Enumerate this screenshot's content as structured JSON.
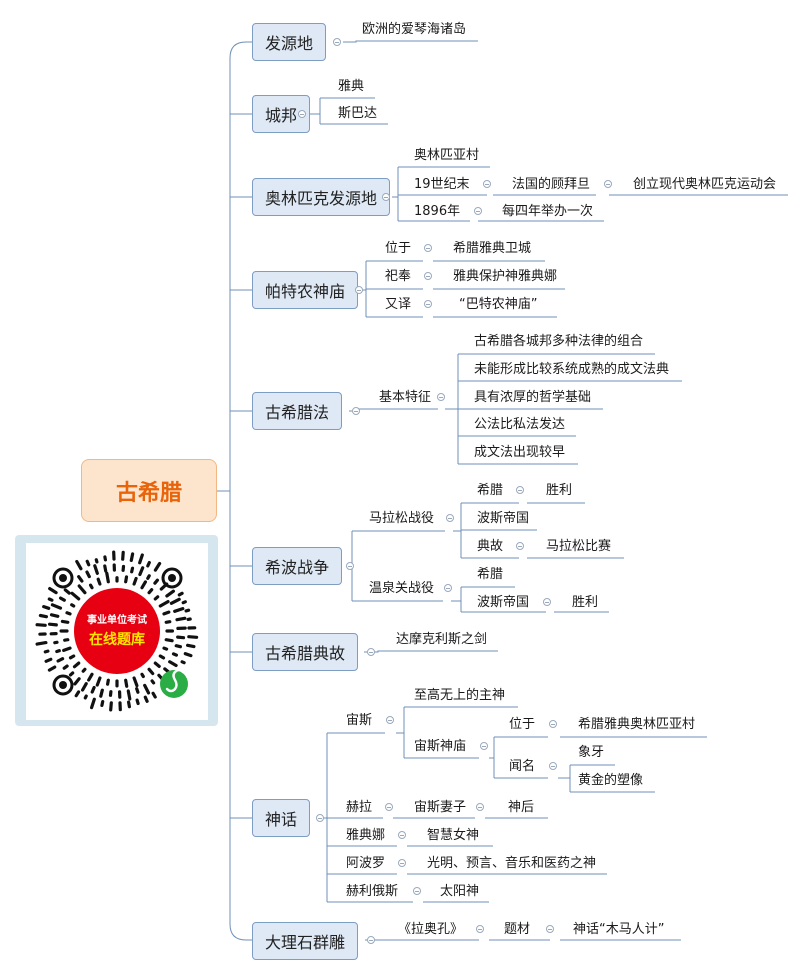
{
  "root": {
    "label": "古希腊"
  },
  "branches": {
    "origin": {
      "label": "发源地",
      "children": [
        "欧洲的爱琴海诸岛"
      ]
    },
    "city_states": {
      "label": "城邦",
      "children": [
        "雅典",
        "斯巴达"
      ]
    },
    "olympics": {
      "label": "奥林匹克发源地",
      "olympia": "奥林匹亚村",
      "late19": "19世纪末",
      "coubertin": "法国的顾拜旦",
      "founded": "创立现代奥林匹克运动会",
      "year1896": "1896年",
      "every4": "每四年举办一次"
    },
    "parthenon": {
      "label": "帕特农神庙",
      "loc_key": "位于",
      "loc_val": "希腊雅典卫城",
      "worship_key": "祀奉",
      "worship_val": "雅典保护神雅典娜",
      "alias_key": "又译",
      "alias_val": "“巴特农神庙”"
    },
    "law": {
      "label": "古希腊法",
      "feature_key": "基本特征",
      "features": [
        "古希腊各城邦多种法律的组合",
        "未能形成比较系统成熟的成文法典",
        "具有浓厚的哲学基础",
        "公法比私法发达",
        "成文法出现较早"
      ]
    },
    "war": {
      "label": "希波战争",
      "marathon": "马拉松战役",
      "greece1": "希腊",
      "victory1": "胜利",
      "persia1": "波斯帝国",
      "allusion": "典故",
      "marathon_race": "马拉松比赛",
      "thermopylae": "温泉关战役",
      "greece2": "希腊",
      "persia2": "波斯帝国",
      "victory2": "胜利"
    },
    "allusion": {
      "label": "古希腊典故",
      "sword": "达摩克利斯之剑"
    },
    "myth": {
      "label": "神话",
      "zeus": "宙斯",
      "supreme": "至高无上的主神",
      "zeus_temple": "宙斯神庙",
      "loc_key": "位于",
      "loc_val": "希腊雅典奥林匹亚村",
      "famous_key": "闻名",
      "ivory": "象牙",
      "gold_statue": "黄金的塑像",
      "hera": "赫拉",
      "zeus_wife": "宙斯妻子",
      "queen": "神后",
      "athena": "雅典娜",
      "wisdom": "智慧女神",
      "apollo": "阿波罗",
      "apollo_desc": "光明、预言、音乐和医药之神",
      "helios": "赫利俄斯",
      "sun": "太阳神"
    },
    "sculpture": {
      "label": "大理石群雕",
      "laocoon": "《拉奥孔》",
      "theme": "题材",
      "trojan": "神话“木马人计”"
    }
  },
  "ad": {
    "line1": "事业单位考试",
    "line2": "在线题库"
  },
  "colors": {
    "root_text": "#e8630a",
    "root_bg": "#fde5cd",
    "branch_bg": "#dfe9f5",
    "line": "#6f8fb8",
    "ad_red": "#e60012"
  }
}
